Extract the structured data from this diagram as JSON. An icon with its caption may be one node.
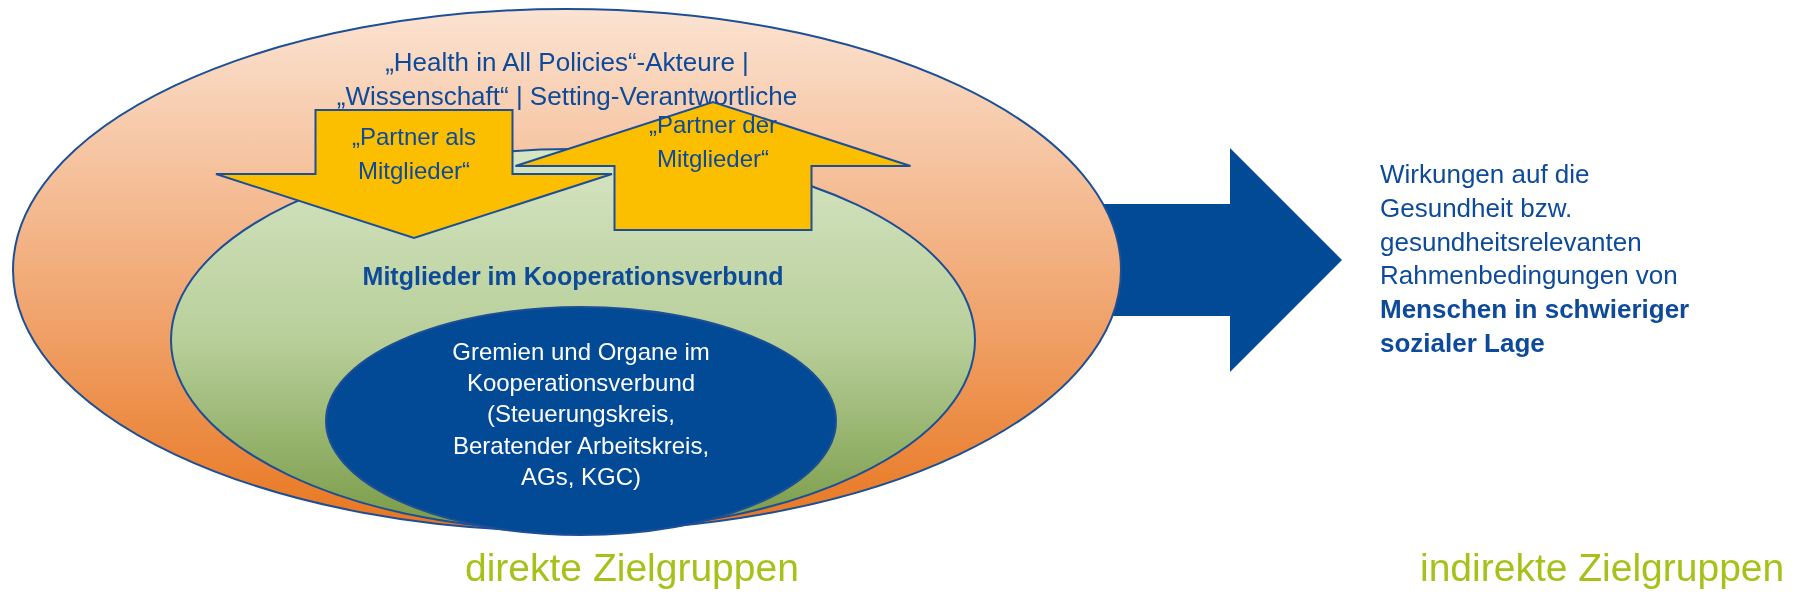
{
  "diagram": {
    "nodes": [
      {
        "text": [
          "„Health in All Policies“-Akteure | „Wissenschaft“ | Setting-Verantwortliche"
        ]
      },
      {
        "text": [
          "Mitglieder im Kooperationsverbund"
        ],
        "in": 0
      },
      {
        "text": [
          "Gremien und Organe im Kooperationsverbund (Steuerungskreis, Beratender Arbeitskreis, AGs, KGC)"
        ],
        "in": 1
      },
      {
        "text": [
          "Wirkungen auf die Gesundheit bzw. gesundheitsrelevanten Rahmenbedingungen von **Menschen in schwieriger sozialer Lage**"
        ]
      }
    ],
    "edges": [
      {
        "from": 0,
        "to": 1,
        "arrow": "to",
        "label": "„Partner als Mitglieder“",
        "color": "#fcbf00"
      },
      {
        "from": 1,
        "to": 0,
        "arrow": "to",
        "label": "„Partner der Mitglieder“",
        "color": "#fcbf00"
      },
      {
        "from": 0,
        "to": 3,
        "arrow": "to"
      }
    ],
    "labels": [
      "direkte Zielgruppen",
      "indirekte Zielgruppen"
    ]
  }
}
